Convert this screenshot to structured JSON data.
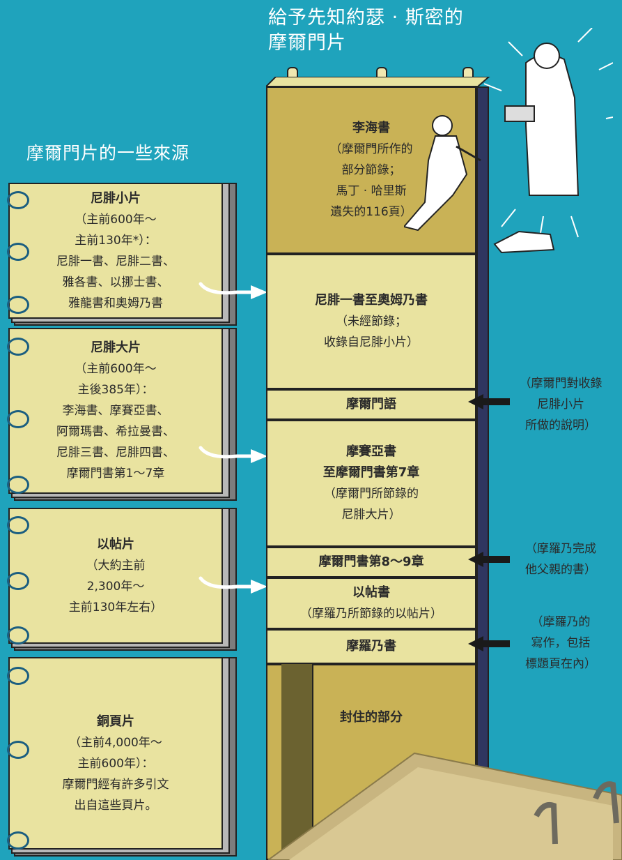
{
  "top_title": [
    "給予先知約瑟 ‧ 斯密的",
    "摩爾門片"
  ],
  "left_title": "摩爾門片的一些來源",
  "sources": [
    {
      "name": "尼腓小片",
      "lines": [
        "（主前600年～",
        "主前130年*）：",
        "尼腓一書、尼腓二書、",
        "雅各書、以挪士書、",
        "雅龍書和奧姆乃書"
      ]
    },
    {
      "name": "尼腓大片",
      "lines": [
        "（主前600年～",
        "主後385年）：",
        "李海書、摩賽亞書、",
        "阿爾瑪書、希拉曼書、",
        "尼腓三書、尼腓四書、",
        "摩爾門書第1～7章"
      ]
    },
    {
      "name": "以帖片",
      "lines": [
        "（大約主前",
        "2,300年～",
        "主前130年左右）"
      ]
    },
    {
      "name": "銅頁片",
      "lines": [
        "（主前4,000年～",
        "主前600年）：",
        "摩爾門經有許多引文",
        "出自這些頁片。"
      ]
    }
  ],
  "plates": [
    {
      "title": "李海書",
      "lines": [
        "（摩爾門所作的",
        "部分節錄；",
        "馬丁 · 哈里斯",
        "遺失的116頁）"
      ]
    },
    {
      "title": "尼腓一書至奧姆乃書",
      "lines": [
        "（未經節錄；",
        "收錄自尼腓小片）"
      ]
    },
    {
      "title": "摩爾門語",
      "lines": []
    },
    {
      "title": "摩賽亞書",
      "title2": "至摩爾門書第7章",
      "lines": [
        "（摩爾門所節錄的",
        "尼腓大片）"
      ]
    },
    {
      "title": "摩爾門書第8～9章",
      "lines": []
    },
    {
      "title": "以帖書",
      "lines": [
        "（摩羅乃所節錄的以帖片）"
      ]
    },
    {
      "title": "摩羅乃書",
      "lines": []
    },
    {
      "title": "封住的部分",
      "lines": []
    }
  ],
  "notes": [
    {
      "lines": [
        "（摩爾門對收錄",
        "尼腓小片",
        "所做的說明）"
      ]
    },
    {
      "lines": [
        "（摩羅乃完成",
        "他父親的書）"
      ]
    },
    {
      "lines": [
        "（摩羅乃的",
        "寫作，包括",
        "標題頁在內）"
      ]
    }
  ],
  "colors": {
    "background": "#1fa3bc",
    "plate_gold": "#c9b256",
    "plate_light": "#e9e3a0",
    "arrow_dark": "#1a1a1a",
    "white": "#ffffff"
  }
}
